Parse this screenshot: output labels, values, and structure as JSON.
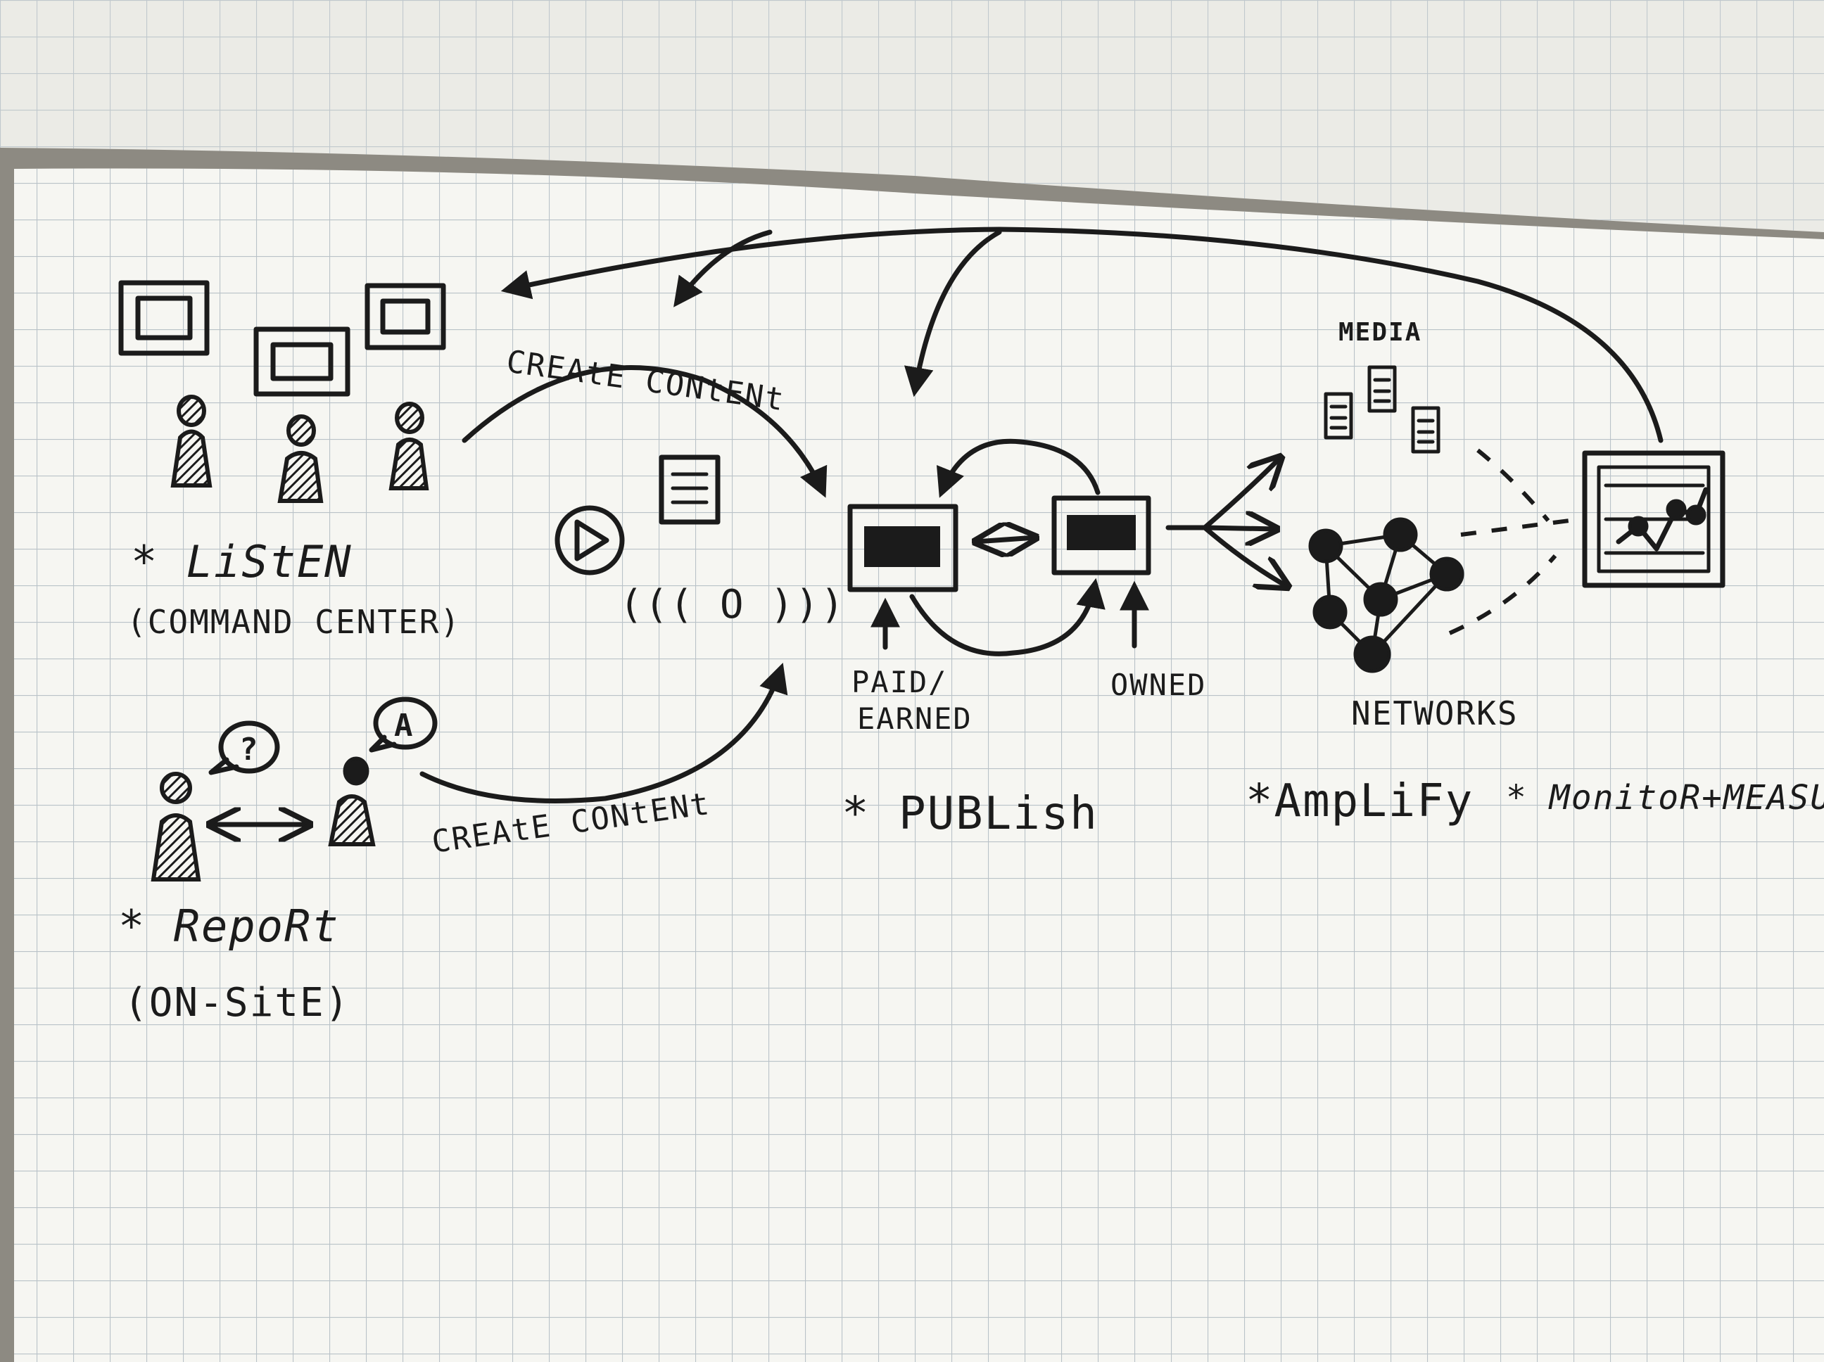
{
  "sections": {
    "listen": {
      "title": "* LiStEN",
      "subtitle": "(COMMAND CENTER)"
    },
    "report": {
      "title": "* RepoRt",
      "subtitle": "(ON-SitE)"
    },
    "publish": {
      "title": "* PUBLish"
    },
    "amplify": {
      "title": "*AmpLiFy"
    },
    "monitor": {
      "title": "* MonitoR+MEASURE"
    }
  },
  "labels": {
    "create_content_top": "CREAtE CONtENt",
    "create_content_bottom": "CREAtE CONtENt",
    "paid_earned_line1": "PAID/",
    "paid_earned_line2": "EARNED",
    "owned": "OWNED",
    "media": "MEDIA",
    "networks": "NETWORKS",
    "question_bubble": "?",
    "answer_bubble": "A",
    "radio_waves": "((( O )))"
  },
  "colors": {
    "paper": "#f6f6f2",
    "grid": "#b9c2c8",
    "ink": "#1b1b1b",
    "background": "#8d8a82"
  }
}
